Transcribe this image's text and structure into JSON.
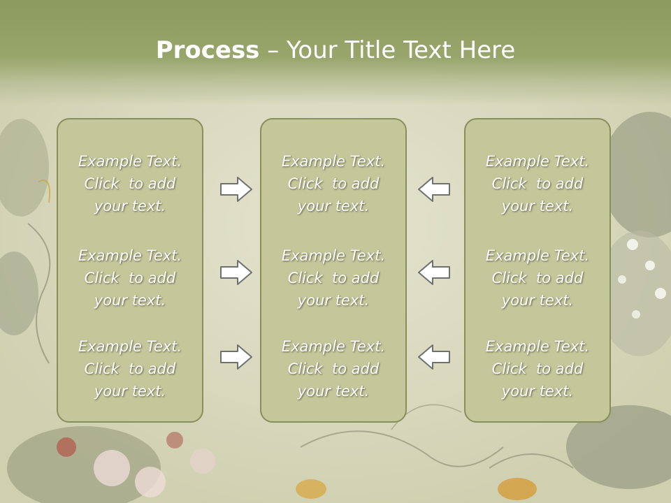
{
  "slide": {
    "title_bold": "Process",
    "title_rest": " – Your Title Text Here",
    "columns": [
      {
        "items": [
          [
            "Example Text.",
            "Click  to add",
            "your text."
          ],
          [
            "Example Text.",
            "Click  to add",
            "your text."
          ],
          [
            "Example Text.",
            "Click  to add",
            "your text."
          ]
        ]
      },
      {
        "items": [
          [
            "Example Text.",
            "Click  to add",
            "your text."
          ],
          [
            "Example Text.",
            "Click  to add",
            "your text."
          ],
          [
            "Example Text.",
            "Click  to add",
            "your text."
          ]
        ]
      },
      {
        "items": [
          [
            "Example Text.",
            "Click  to add",
            "your text."
          ],
          [
            "Example Text.",
            "Click  to add",
            "your text."
          ],
          [
            "Example Text.",
            "Click  to add",
            "your text."
          ]
        ]
      }
    ],
    "arrows_left": [
      "right-arrow-icon",
      "right-arrow-icon",
      "right-arrow-icon"
    ],
    "arrows_right": [
      "left-arrow-icon",
      "left-arrow-icon",
      "left-arrow-icon"
    ]
  },
  "colors": {
    "title_band": "#98a56b",
    "box_fill": "#c4c79a",
    "box_border": "#878f5a",
    "text": "#ffffff"
  }
}
